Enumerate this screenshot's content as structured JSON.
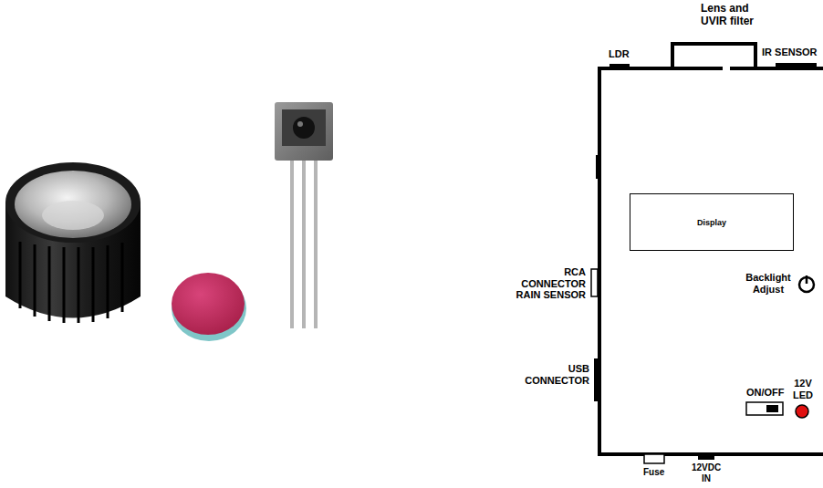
{
  "diagram": {
    "nodes": [
      {
        "text": [
          "Display"
        ]
      }
    ],
    "labels": [
      "Lens and UVIR filter",
      "LDR",
      "IR SENSOR",
      "RCA CONNECTOR RAIN SENSOR",
      "Backlight Adjust",
      "USB CONNECTOR",
      "ON/OFF",
      "12V LED",
      "Fuse",
      "12VDC IN"
    ]
  }
}
